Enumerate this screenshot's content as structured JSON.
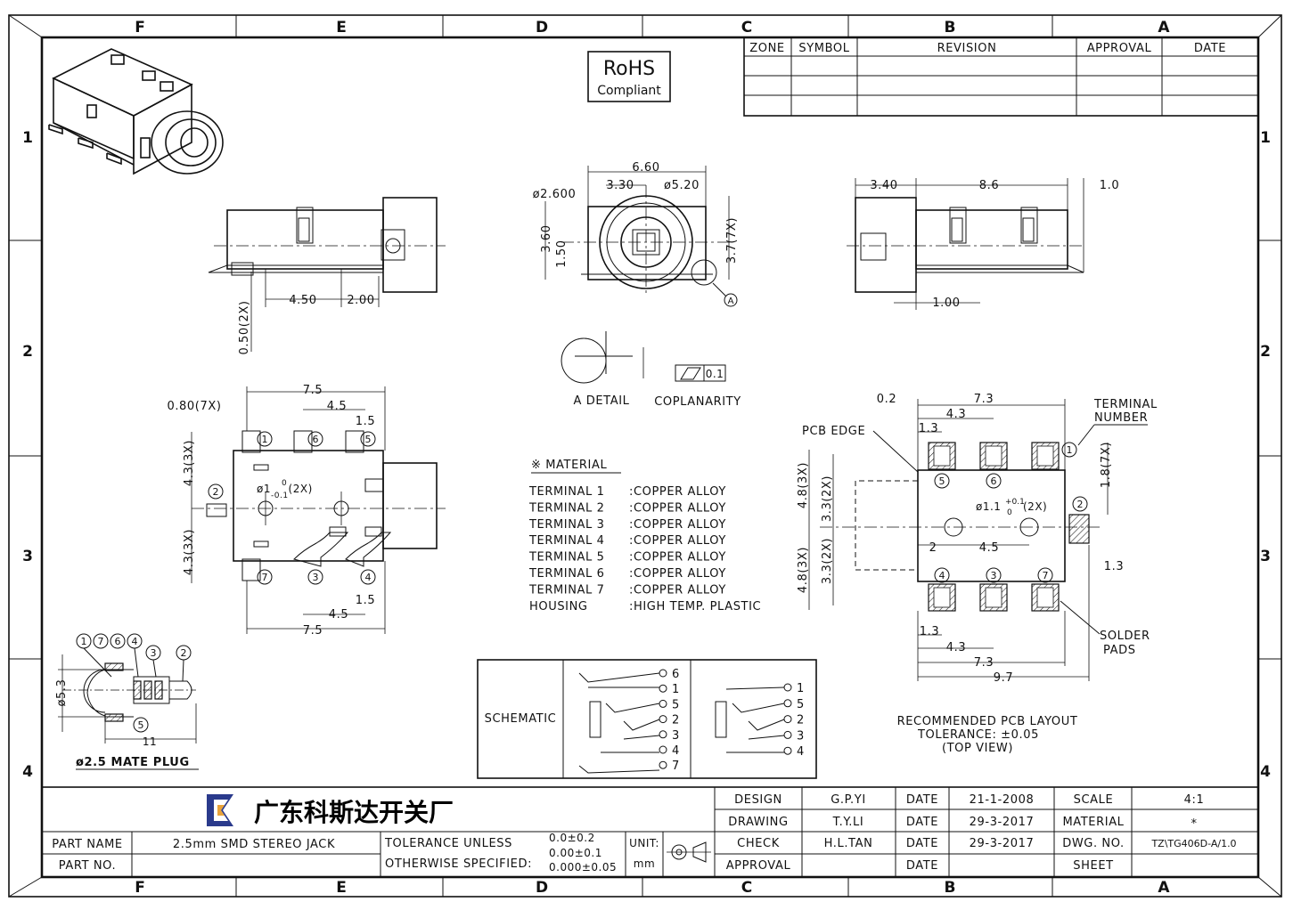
{
  "zones": {
    "columns": [
      "F",
      "E",
      "D",
      "C",
      "B",
      "A"
    ],
    "rows": [
      "1",
      "2",
      "3",
      "4"
    ]
  },
  "revision_table": {
    "headers": [
      "ZONE",
      "SYMBOL",
      "REVISION",
      "APPROVAL",
      "DATE"
    ]
  },
  "rohs": {
    "line1": "RoHS",
    "line2": "Compliant"
  },
  "dims": {
    "front": {
      "w": "6.60",
      "r": "3.30",
      "hole": "ø2.600",
      "outer": "ø5.20",
      "h1": "3.60",
      "h2": "1.50",
      "h3": "3.7(7X)"
    },
    "side": {
      "d1": "3.40",
      "d2": "8.6",
      "d3": "1.0",
      "d4": "1.00"
    },
    "left": {
      "d1": "4.50",
      "d2": "2.00",
      "d3": "0.50(2X)"
    },
    "bottom": {
      "w": "7.5",
      "p": "4.5",
      "s": "1.5",
      "pad": "0.80(7X)",
      "hole": "ø1",
      "hole_tol": "-0.1",
      "hole_tol_top": "0",
      "hole_count": "(2X)",
      "v1": "4.3(3X)",
      "v2": "4.3(3X)",
      "b1": "1.5",
      "b2": "4.5",
      "b3": "7.5"
    },
    "pcb": {
      "d1": "0.2",
      "d2": "7.3",
      "d3": "4.3",
      "d4": "1.3",
      "edge": "PCB EDGE",
      "tn1": "TERMINAL",
      "tn2": "NUMBER",
      "v1": "4.8(3X)",
      "v2": "3.3(2X)",
      "v3": "4.8(3X)",
      "v4": "3.3(2X)",
      "r1": "1.8(7X)",
      "hole": "ø1.1",
      "hole_tol_top": "+0.1",
      "hole_tol_bot": "0",
      "hole_count": "(2X)",
      "m1": "2",
      "m2": "4.5",
      "r2": "1.3",
      "b1": "1.3",
      "b2": "4.3",
      "b3": "7.3",
      "b4": "9.7",
      "sp1": "SOLDER",
      "sp2": "PADS"
    },
    "plug": {
      "dia": "ø5.3",
      "len": "11",
      "title": "ø2.5 MATE PLUG"
    }
  },
  "detail": {
    "a_detail": "A DETAIL",
    "coplanarity": "COPLANARITY",
    "copl_value": "0.1",
    "a": "A"
  },
  "material": {
    "title": "※ MATERIAL",
    "rows": [
      {
        "k": "TERMINAL 1",
        "v": ":COPPER ALLOY"
      },
      {
        "k": "TERMINAL 2",
        "v": ":COPPER ALLOY"
      },
      {
        "k": "TERMINAL 3",
        "v": ":COPPER ALLOY"
      },
      {
        "k": "TERMINAL 4",
        "v": ":COPPER ALLOY"
      },
      {
        "k": "TERMINAL 5",
        "v": ":COPPER ALLOY"
      },
      {
        "k": "TERMINAL 6",
        "v": ":COPPER ALLOY"
      },
      {
        "k": "TERMINAL 7",
        "v": ":COPPER ALLOY"
      },
      {
        "k": "HOUSING",
        "v": ":HIGH TEMP. PLASTIC"
      }
    ]
  },
  "schematic": {
    "label": "SCHEMATIC",
    "left_pins": [
      "6",
      "1",
      "5",
      "2",
      "3",
      "4",
      "7"
    ],
    "right_pins": [
      "1",
      "5",
      "2",
      "3",
      "4"
    ]
  },
  "pcb_note": {
    "l1": "RECOMMENDED PCB LAYOUT",
    "l2": "TOLERANCE: ±0.05",
    "l3": "(TOP VIEW)"
  },
  "pins": [
    "1",
    "2",
    "3",
    "4",
    "5",
    "6",
    "7"
  ],
  "title_block": {
    "company": "广东科斯达开关厂",
    "part_name_label": "PART NAME",
    "part_name": "2.5mm SMD STEREO JACK",
    "part_no_label": "PART NO.",
    "tol1": "TOLERANCE UNLESS",
    "tol2": "OTHERWISE SPECIFIED:",
    "tol_v1": "0.0±0.2",
    "tol_v2": "0.00±0.1",
    "tol_v3": "0.000±0.05",
    "unit_label": "UNIT:",
    "unit": "mm",
    "design": "DESIGN",
    "design_by": "G.P.YI",
    "design_date": "21-1-2008",
    "drawing": "DRAWING",
    "drawing_by": "T.Y.LI",
    "drawing_date": "29-3-2017",
    "check": "CHECK",
    "check_by": "H.L.TAN",
    "check_date": "29-3-2017",
    "approval": "APPROVAL",
    "date": "DATE",
    "scale_label": "SCALE",
    "scale": "4:1",
    "material_label": "MATERIAL",
    "material": "*",
    "dwg_label": "DWG. NO.",
    "dwg": "TZ\\TG406D-A/1.0",
    "sheet_label": "SHEET"
  }
}
